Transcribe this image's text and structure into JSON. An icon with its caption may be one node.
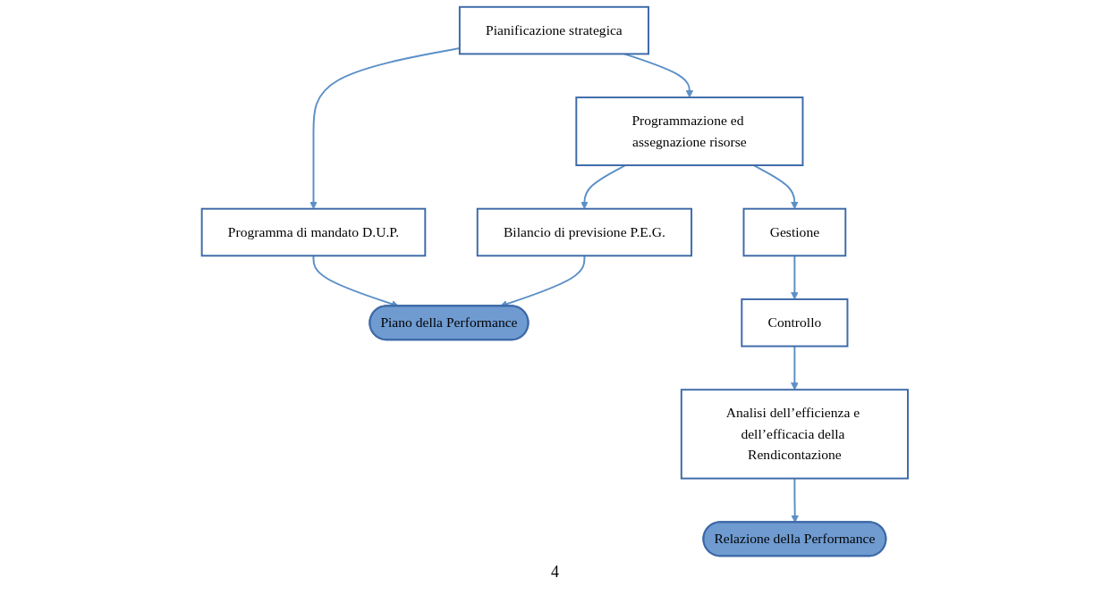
{
  "diagram": {
    "nodes": [
      {
        "text": [
          "Pianificazione strategica"
        ]
      },
      {
        "text": [
          "Programma di mandato D.U.P."
        ]
      },
      {
        "text": [
          "Piano della Performance"
        ]
      },
      {
        "text": [
          "Programmazione ed assegnazione risorse"
        ]
      },
      {
        "text": [
          "Bilancio di previsione P.E.G."
        ]
      },
      {
        "text": [
          "Gestione"
        ]
      },
      {
        "text": [
          "Controllo"
        ]
      },
      {
        "text": [
          "Analisi dell’efficienza e dell’efficacia della Rendicontazione"
        ]
      },
      {
        "text": [
          "Relazione della Performance"
        ]
      }
    ],
    "edges": [
      {
        "from": 0,
        "to": 1,
        "arrow": "to"
      },
      {
        "from": 1,
        "to": 2,
        "arrow": "to"
      },
      {
        "from": 0,
        "to": 3,
        "arrow": "to"
      },
      {
        "from": 3,
        "to": 4,
        "arrow": "to"
      },
      {
        "from": 4,
        "to": 2,
        "arrow": "to"
      },
      {
        "from": 3,
        "to": 5,
        "arrow": "to"
      },
      {
        "from": 5,
        "to": 6,
        "arrow": "to"
      },
      {
        "from": 6,
        "to": 7,
        "arrow": "to"
      },
      {
        "from": 7,
        "to": 8,
        "arrow": "to"
      }
    ],
    "labels": [
      "4"
    ]
  }
}
